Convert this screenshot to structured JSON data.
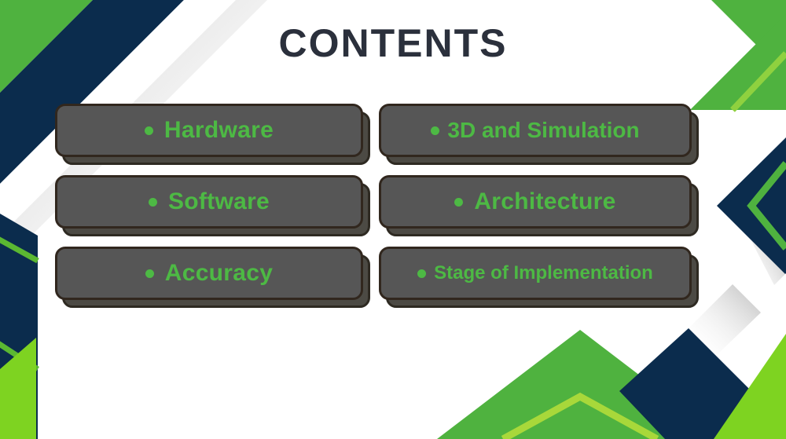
{
  "slide": {
    "title": "CONTENTS",
    "background_color": "#ffffff",
    "title_color": "#2b303c"
  },
  "theme": {
    "green": "#4db944",
    "bright_green": "#7ed321",
    "mid_green": "#4fb23f",
    "navy": "#0b2c4d",
    "box_fill": "#565656",
    "box_border": "#31271e",
    "box_shadow_fill": "#4c4a44",
    "bullet_color": "#4db944"
  },
  "content": {
    "columns": [
      {
        "name": "left-column",
        "items": [
          {
            "bullet": "bullet-dot",
            "label": "Hardware"
          },
          {
            "bullet": "bullet-dot",
            "label": "Software"
          },
          {
            "bullet": "bullet-dot",
            "label": "Accuracy"
          }
        ]
      },
      {
        "name": "right-column",
        "items": [
          {
            "bullet": "bullet-dot",
            "label": "3D and Simulation"
          },
          {
            "bullet": "bullet-dot",
            "label": "Architecture"
          },
          {
            "bullet": "bullet-dot",
            "label": "Stage of Implementation"
          }
        ]
      }
    ]
  },
  "decorations": {
    "top_left_stripes": [
      "green-stripe",
      "navy-stripe",
      "white-stripe"
    ],
    "left_chevron": "navy-chevron-with-green-line",
    "bottom_left": "bright-green-wedge",
    "top_right": "green-triangle-with-light-green-line",
    "right_diamond": "navy-diamond-with-green-chevron",
    "bottom_center_right": "green-triangle-with-light-green-chevron",
    "bottom_right_diamond": "navy-diamond",
    "bottom_right_corner": "bright-green-triangle"
  }
}
